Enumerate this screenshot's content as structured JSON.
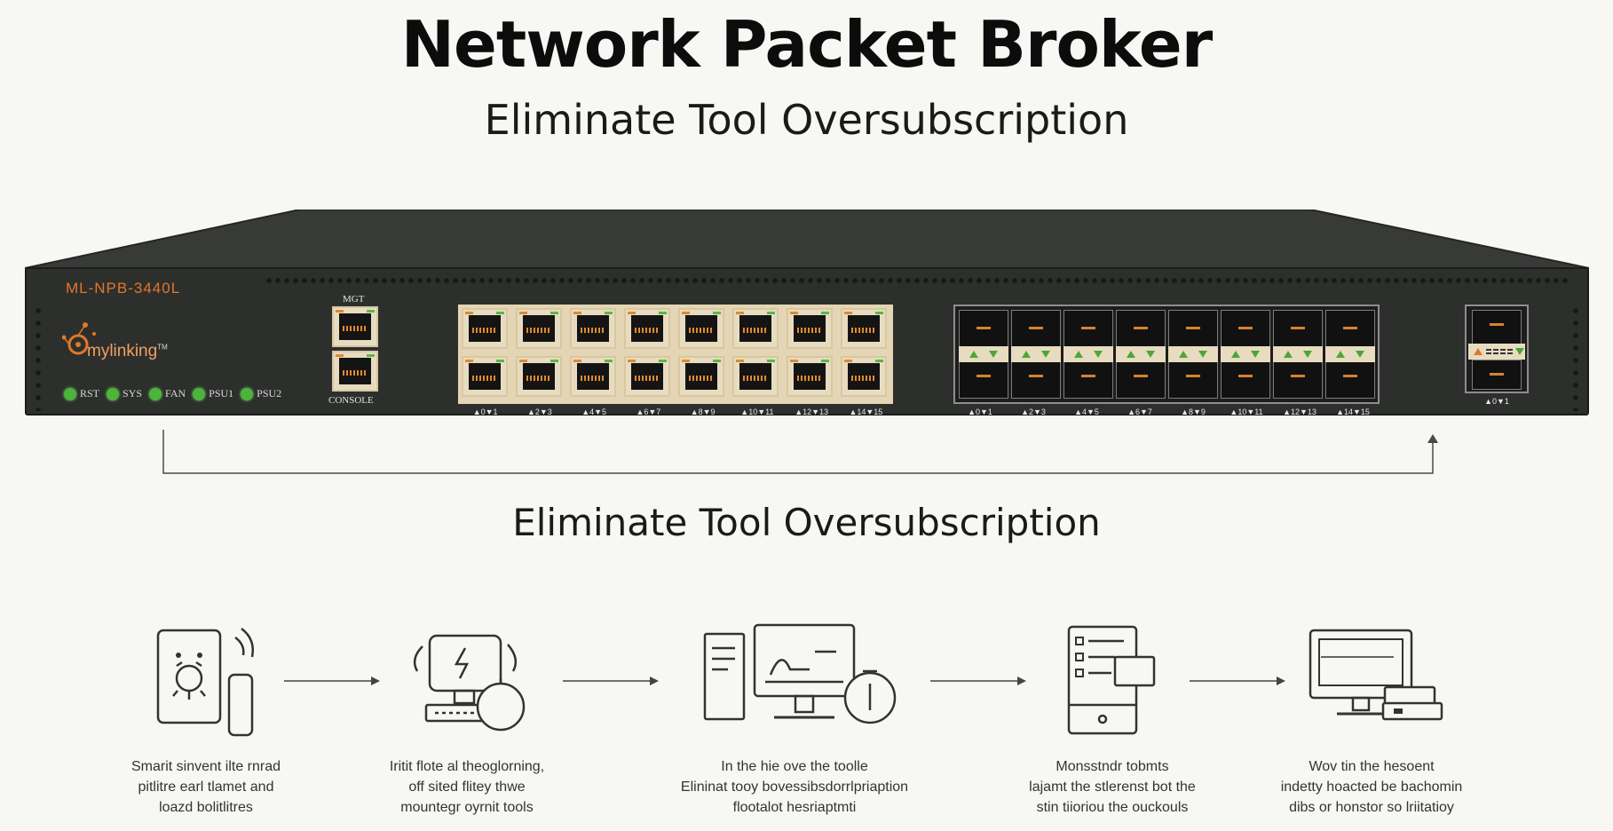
{
  "header": {
    "title": "Network Packet Broker",
    "subtitle": "Eliminate Tool Oversubscription"
  },
  "device": {
    "model": "ML-NPB-3440L",
    "brand": "mylinking",
    "trademark": "TM",
    "leds": [
      "RST",
      "SYS",
      "FAN",
      "PSU1",
      "PSU2"
    ],
    "mgmt_ports": {
      "top_label": "MGT",
      "bottom_label": "CONSOLE"
    },
    "rj45_port_numbers": [
      "0",
      "1",
      "2",
      "3",
      "4",
      "5",
      "6",
      "7",
      "8",
      "9",
      "10",
      "11",
      "12",
      "13",
      "14",
      "15"
    ],
    "sfp_port_numbers": [
      "0",
      "1",
      "2",
      "3",
      "4",
      "5",
      "6",
      "7",
      "8",
      "9",
      "10",
      "11",
      "12",
      "13",
      "14",
      "15"
    ],
    "qsfp_port_numbers": [
      "0",
      "1"
    ]
  },
  "section": {
    "title": "Eliminate Tool Oversubscription"
  },
  "flow": {
    "steps": [
      {
        "icon": "smartphone-device-icon",
        "caption": [
          "Smarit sinvent ilte rnrad",
          "pitlitre earl tlamet and",
          "loazd bolitlitres"
        ]
      },
      {
        "icon": "lightning-monitor-icon",
        "caption": [
          "Iritit flote al theoglorning,",
          "off sited flitey thwe",
          "mountegr oyrnit tools"
        ]
      },
      {
        "icon": "computer-workstation-icon",
        "caption": [
          "In the hie ove the toolle",
          "Elininat tooy bovessibsdorrlpriaption",
          "flootalot hesriaptmti"
        ]
      },
      {
        "icon": "server-rack-icon",
        "caption": [
          "Monsstndr tobmts",
          "lajamt the stlerenst bot the",
          "stin tiioriou the ouckouls"
        ]
      },
      {
        "icon": "desktop-monitor-icon",
        "caption": [
          "Wov tin the hesoent",
          "indetty hoacted be bachomin",
          "dibs or honstor so lriitatioy"
        ]
      }
    ]
  },
  "colors": {
    "chassis": "#2d2f2d",
    "accent_orange": "#e0782a",
    "led_green": "#4cb43a",
    "port_beige": "#e8dcc0"
  }
}
